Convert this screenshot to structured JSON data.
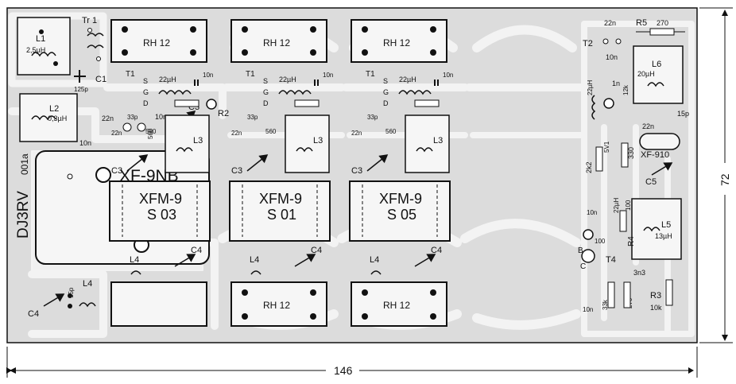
{
  "board_label": "DJ3RV",
  "board_version": "001a",
  "dimensions": {
    "width": "146",
    "height": "72"
  },
  "filter": {
    "name": "XF-9NB"
  },
  "crystal_ref": "XF-910",
  "rh_label": "RH 12",
  "channels": [
    {
      "module_line1": "XFM-9",
      "module_line2": "S 03"
    },
    {
      "module_line1": "XFM-9",
      "module_line2": "S 01"
    },
    {
      "module_line1": "XFM-9",
      "module_line2": "S 05"
    }
  ],
  "channel_labels": {
    "transformer": "T1",
    "inductor_value": "22µH",
    "cap_10n": "10n",
    "resistor": "R2",
    "coil": "L3",
    "trimmer_c3": "C3",
    "trimmer_c4": "C4",
    "coil_l4": "L4",
    "cap_22n": "22n",
    "cap_33p": "33p",
    "res_560": "560",
    "pin_s": "S",
    "pin_g": "G",
    "pin_d": "D"
  },
  "left_labels": {
    "tr1": "Tr 1",
    "l1": "L1",
    "l1_value": "2,5µH",
    "c1": "C1",
    "c1_value": "125p",
    "l2": "L2",
    "l2_value": "0,3µH",
    "cap_22n": "22n",
    "cap_10n": "10n",
    "res_560": "560",
    "c4": "C4",
    "l4": "L4",
    "cap_15p": "15p",
    "c3": "C3",
    "r2": "R2"
  },
  "right_labels": {
    "t2": "T2",
    "r5": "R5",
    "r5_value": "270",
    "l6": "L6",
    "l6_value": "20µH",
    "cap_22n": "22n",
    "cap_10n": "10n",
    "cap_1n": "1n",
    "res_12k": "12k",
    "cap_15p": "15p",
    "c5": "C5",
    "res_2k2": "2k2",
    "res_330": "330",
    "diode_5v1": "5V1",
    "inductor_22uh": "22µH",
    "l5": "L5",
    "l5_value": "13µH",
    "r4": "R4",
    "res_100": "100",
    "t4": "T4",
    "pin_b": "B",
    "pin_c": "C",
    "cap_3n3": "3n3",
    "res_33k": "33k",
    "res_270": "270",
    "r3": "R3",
    "r3_value": "10k"
  },
  "colors": {
    "background": "#ffffff",
    "board": "#dedede",
    "trace": "#f2f2f2",
    "ink": "#111111"
  }
}
